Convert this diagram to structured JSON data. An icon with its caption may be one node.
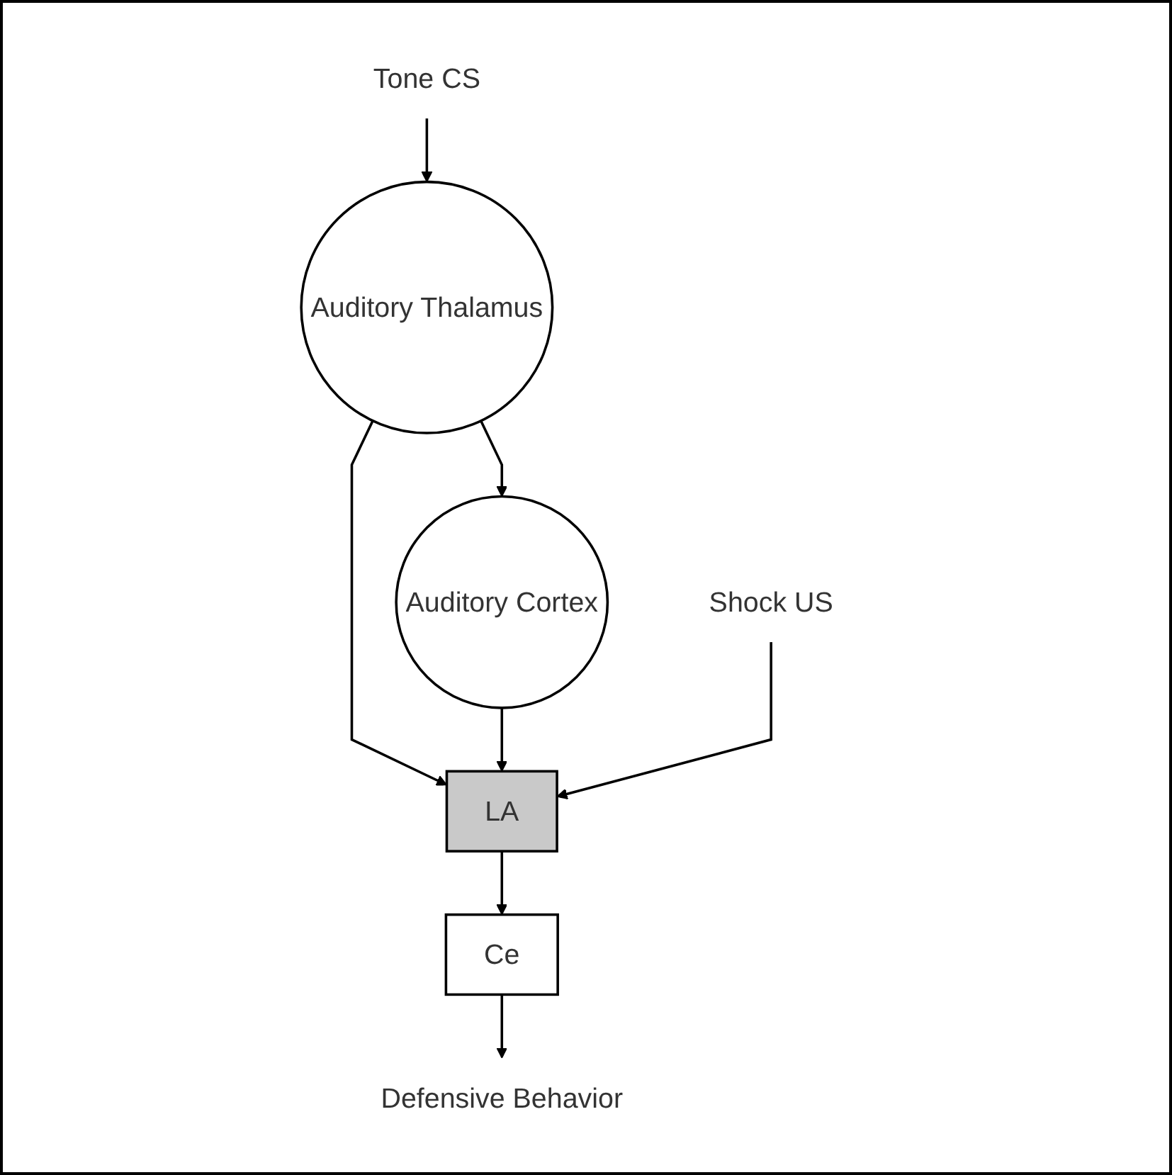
{
  "diagram": {
    "nodes": [
      {
        "text": [
          "Auditory Thalamus"
        ]
      },
      {
        "text": [
          "Auditory Cortex"
        ]
      },
      {
        "text": [
          "Tone CS"
        ]
      },
      {
        "text": [
          "LA"
        ]
      },
      {
        "text": [
          "Shock US"
        ]
      },
      {
        "text": [
          "Ce"
        ]
      },
      {
        "text": [
          "Defensive Behavior"
        ]
      }
    ],
    "edges": [
      {
        "from": 0,
        "to": 1,
        "arrow": "to"
      },
      {
        "from": 2,
        "to": 0,
        "arrow": "to"
      },
      {
        "from": 0,
        "to": 3,
        "arrow": "to"
      },
      {
        "from": 1,
        "to": 3,
        "arrow": "to"
      },
      {
        "from": 4,
        "to": 3,
        "arrow": "to"
      },
      {
        "from": 3,
        "to": 5,
        "arrow": "to"
      },
      {
        "from": 5,
        "to": 6,
        "arrow": "to"
      }
    ]
  }
}
